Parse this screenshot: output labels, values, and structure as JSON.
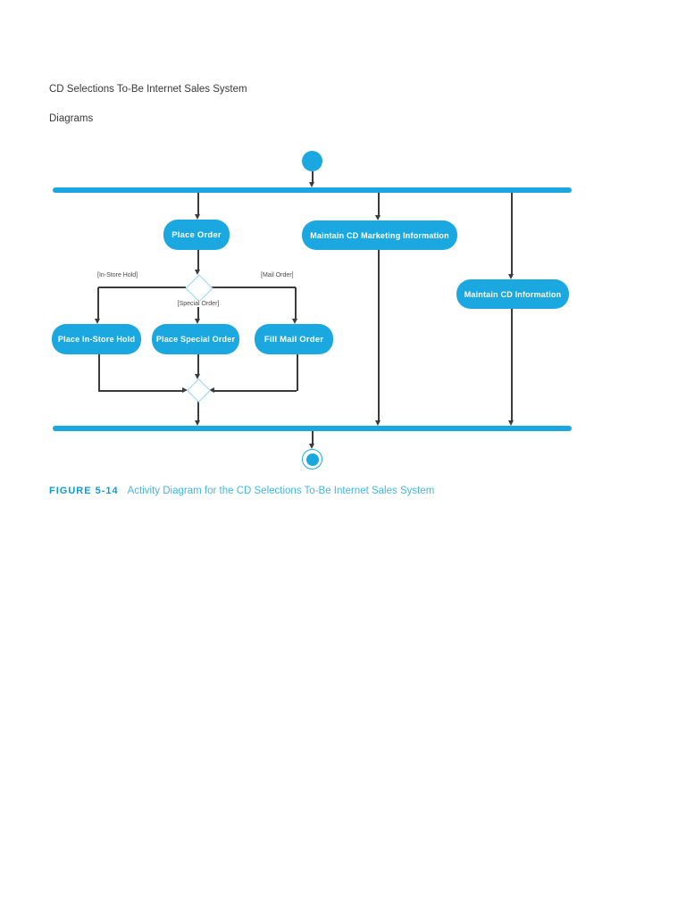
{
  "header": {
    "title": "CD Selections To-Be Internet Sales System",
    "subtitle": "Diagrams"
  },
  "caption": {
    "label": "FIGURE 5-14",
    "text": "Activity Diagram for the CD Selections To-Be Internet Sales System"
  },
  "colors": {
    "node_fill": "#1BA8E0",
    "decision_outline": "#8FD4F2",
    "edge": "#3C3C3C",
    "caption_label": "#0D9BD8",
    "caption_text": "#41B6E8"
  },
  "diagram": {
    "type": "uml-activity-diagram",
    "activities": [
      {
        "label": "Place Order"
      },
      {
        "label": "Maintain CD Marketing Information"
      },
      {
        "label": "Maintain CD Information"
      },
      {
        "label": "Place In-Store Hold"
      },
      {
        "label": "Place Special Order"
      },
      {
        "label": "Fill Mail Order"
      }
    ],
    "guards": [
      {
        "label": "[In-Store Hold]"
      },
      {
        "label": "[Special Order]"
      },
      {
        "label": "[Mail Order]"
      }
    ],
    "flows": [
      {
        "from": "initial-node",
        "to": "fork-bar"
      },
      {
        "from": "fork-bar",
        "to": "Place Order"
      },
      {
        "from": "fork-bar",
        "to": "Maintain CD Marketing Information"
      },
      {
        "from": "fork-bar",
        "to": "Maintain CD Information"
      },
      {
        "from": "Place Order",
        "to": "decision-node"
      },
      {
        "from": "decision-node",
        "to": "Place In-Store Hold",
        "guard": "[In-Store Hold]"
      },
      {
        "from": "decision-node",
        "to": "Place Special Order",
        "guard": "[Special Order]"
      },
      {
        "from": "decision-node",
        "to": "Fill Mail Order",
        "guard": "[Mail Order]"
      },
      {
        "from": "Place In-Store Hold",
        "to": "merge-node"
      },
      {
        "from": "Place Special Order",
        "to": "merge-node"
      },
      {
        "from": "Fill Mail Order",
        "to": "merge-node"
      },
      {
        "from": "merge-node",
        "to": "join-bar"
      },
      {
        "from": "Maintain CD Marketing Information",
        "to": "join-bar"
      },
      {
        "from": "Maintain CD Information",
        "to": "join-bar"
      },
      {
        "from": "join-bar",
        "to": "final-node"
      }
    ]
  }
}
